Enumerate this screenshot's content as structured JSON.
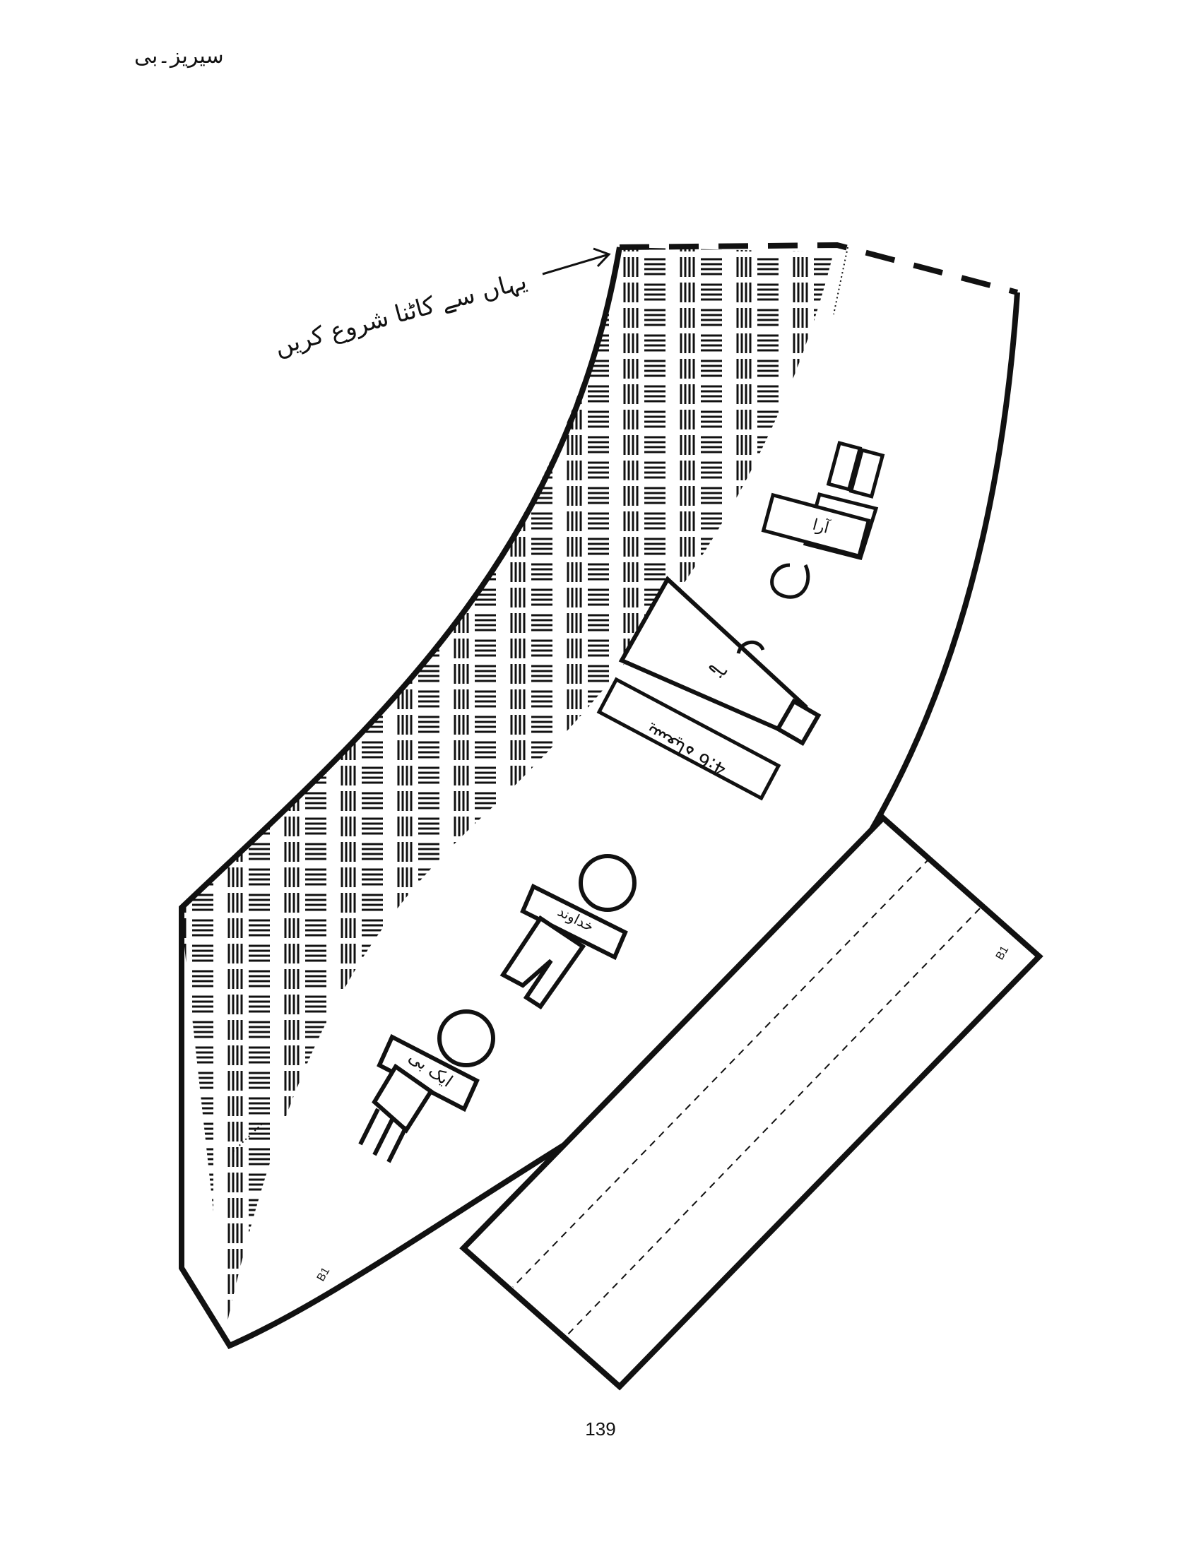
{
  "header": {
    "series_label": "سیریز۔بی"
  },
  "instruction": {
    "start_cut": "یہاں سے کاٹنا شروع کریں"
  },
  "piece_codes": {
    "main": "B1",
    "strip": "B1"
  },
  "item_labels": {
    "saw": "آرا",
    "megaphone": "ہے",
    "verse": "4:6 یسعیاہ",
    "man": "خداوند",
    "woman": "ایک بی"
  },
  "footer": {
    "page_number": "139"
  }
}
